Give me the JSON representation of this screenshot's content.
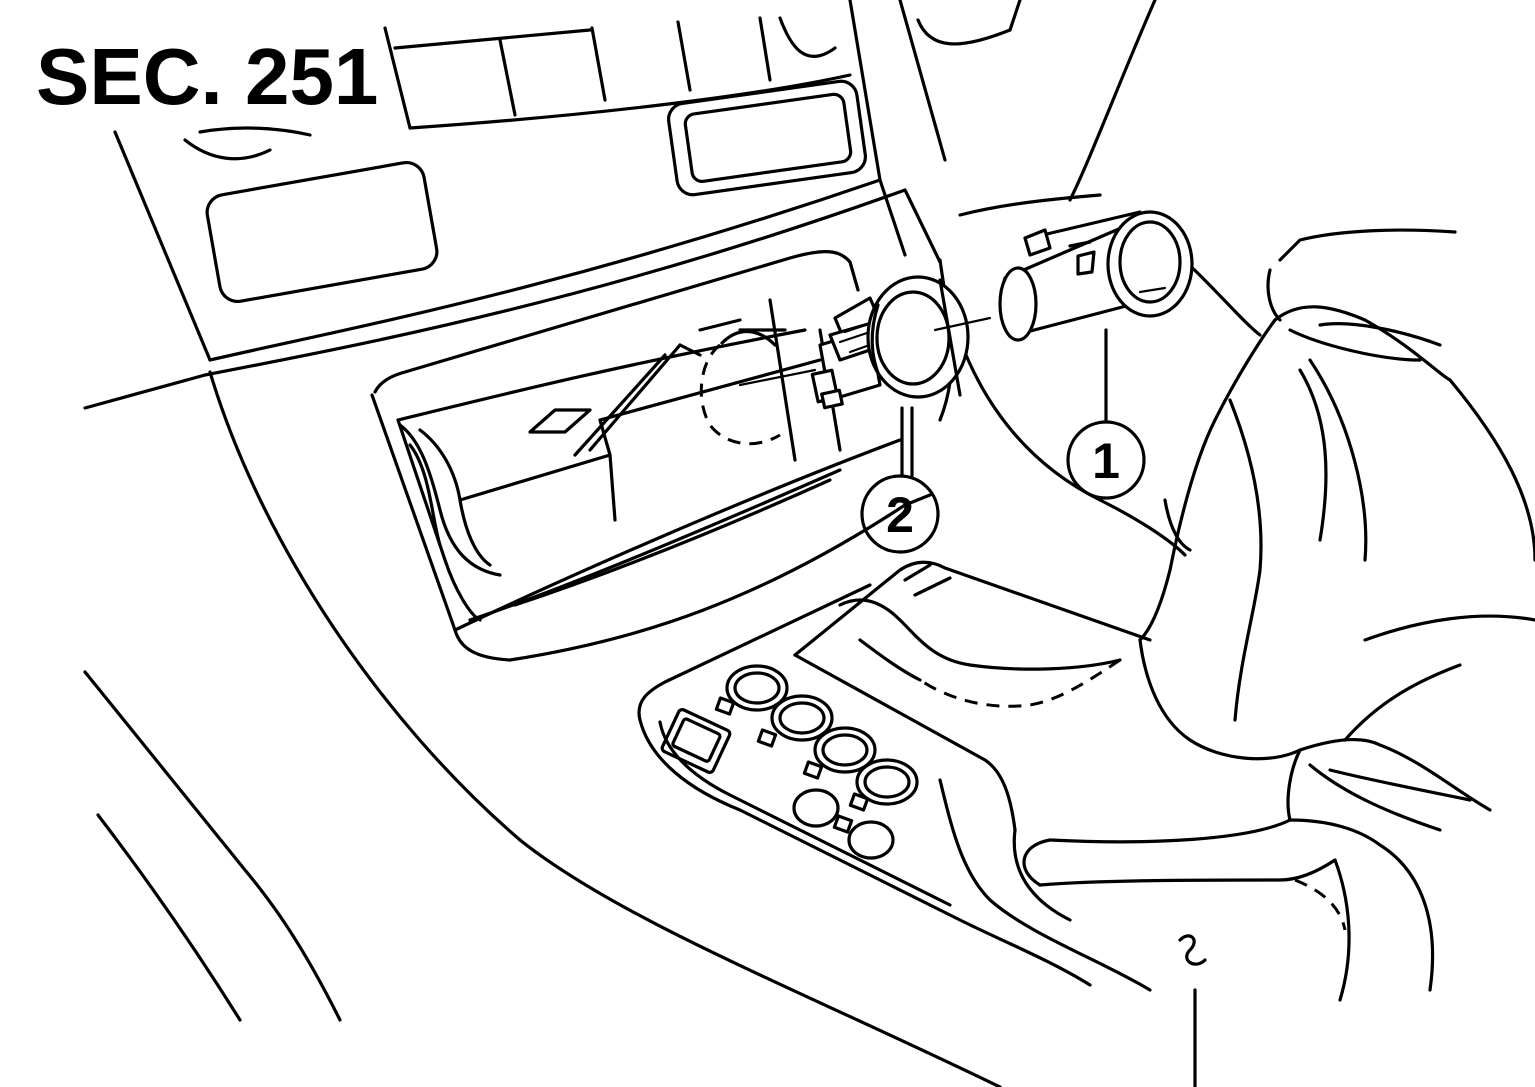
{
  "section_label": "SEC. 251",
  "callouts": [
    {
      "number": "1"
    },
    {
      "number": "2"
    }
  ]
}
